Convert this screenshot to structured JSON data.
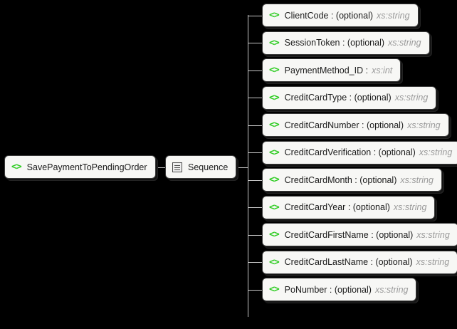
{
  "background": "#000000",
  "accent_green": "#2ecc22",
  "type_color": "#9a9a9a",
  "root": {
    "icon": "element-angle-brackets-icon",
    "label": "SavePaymentToPendingOrder"
  },
  "compositor": {
    "icon": "sequence-list-icon",
    "label": "Sequence"
  },
  "children": [
    {
      "label": "ClientCode : (optional)",
      "type": "xs:string"
    },
    {
      "label": "SessionToken : (optional)",
      "type": "xs:string"
    },
    {
      "label": "PaymentMethod_ID :",
      "type": "xs:int"
    },
    {
      "label": "CreditCardType : (optional)",
      "type": "xs:string"
    },
    {
      "label": "CreditCardNumber : (optional)",
      "type": "xs:string"
    },
    {
      "label": "CreditCardVerification : (optional)",
      "type": "xs:string"
    },
    {
      "label": "CreditCardMonth : (optional)",
      "type": "xs:string"
    },
    {
      "label": "CreditCardYear : (optional)",
      "type": "xs:string"
    },
    {
      "label": "CreditCardFirstName : (optional)",
      "type": "xs:string"
    },
    {
      "label": "CreditCardLastName : (optional)",
      "type": "xs:string"
    },
    {
      "label": "PoNumber : (optional)",
      "type": "xs:string"
    }
  ]
}
